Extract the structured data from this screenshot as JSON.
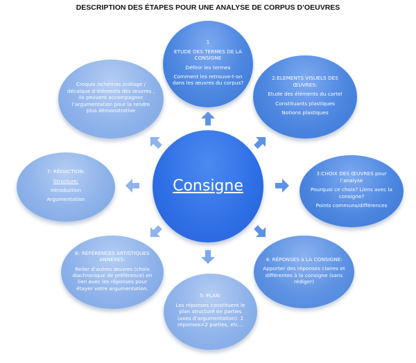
{
  "title": "DESCRIPTION DES ÉTAPES POUR UNE ANALYSE DE CORPUS D’OEUVRES",
  "center": "Consigne",
  "nodes": {
    "n1": {
      "num": "1",
      "heading": "ETUDE DES TERMES DE LA CONSIGNE",
      "l1": "Définir les termes",
      "l2": "Comment les retrouve-t-on dans les œuvres du corpus?"
    },
    "n2": {
      "heading": "2:ELEMENTS VISUELS DES ŒUVRES:",
      "l1": "Etude des éléments du cartel",
      "l2": "Constituants  plastiques",
      "l3": "Notions plastiques"
    },
    "n3": {
      "heading": "3:CHOIX DES ŒUVRES pour l’analyse",
      "l1": "Pourquoi ce choix? Liens avec la consigne?",
      "l2": "Points communs/différences"
    },
    "n4": {
      "heading": "4: RÉPONSES à LA CONSIGNE:",
      "l1": "Apporter des réponses claires et différentes à la consigne (sans rédiger)"
    },
    "n5": {
      "heading": "5: PLAN:",
      "l1": "Les réponses constituent le plan structuré en parties (axes d’argumentation): 2 réponses=2 parties, etc…"
    },
    "n6": {
      "heading": "6: RÉFÉRENCES ARTISTIQUES ANNEXES:",
      "l1": "Relier d’autres œuvres (choix diachronique de préférence) en lien avec les réponses pour étayer votre argumentation."
    },
    "n7": {
      "heading": "7: RÉDACTION:",
      "l1": "Structure:",
      "l2": "Introduction",
      "l3": "Argumentation"
    },
    "n8": {
      "l1": "Croquis /schémas /collage / décalque d’éléments des œuvres , ils peuvent accompagner l’argumentation pour la rendre plus démonstrative"
    }
  }
}
